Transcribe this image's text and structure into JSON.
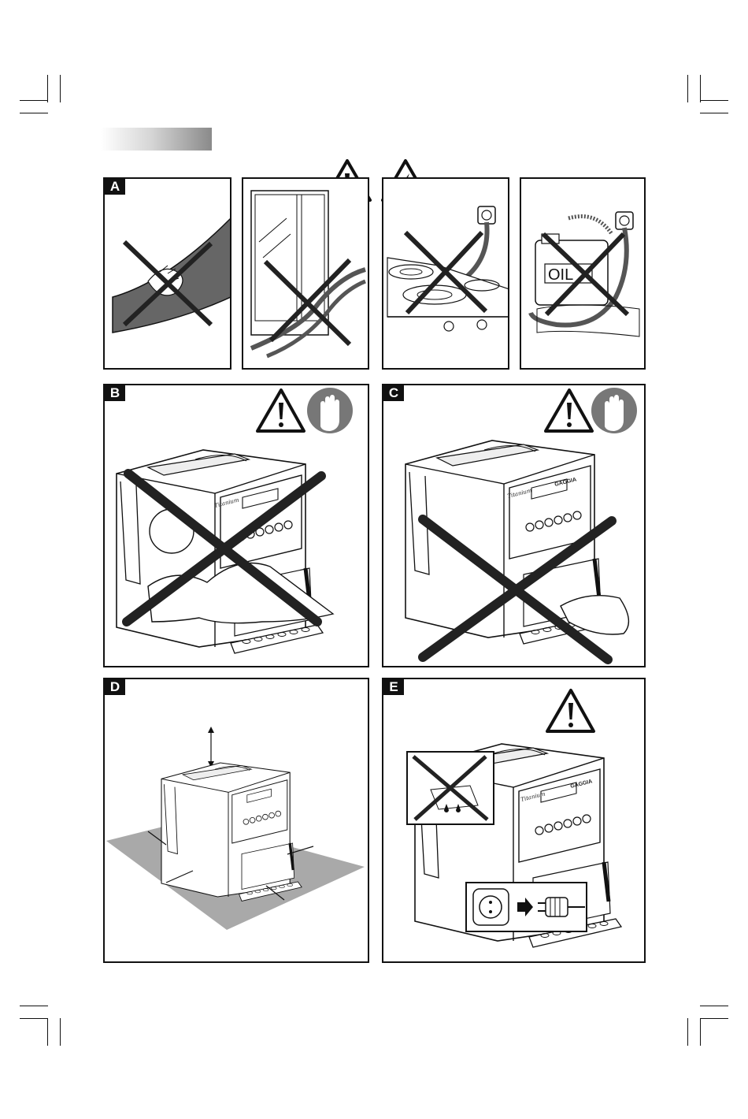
{
  "labels": {
    "a": "A",
    "b": "B",
    "c": "C",
    "d": "D",
    "e": "E"
  },
  "tags": {
    "oil": "OIL",
    "titanium": "Titanium",
    "gaggia": "GAGGIA"
  },
  "icons": {
    "warning": "warning-triangle-icon",
    "electric": "electric-hazard-icon",
    "hand": "stop-hand-icon",
    "cross": "prohibited-cross-icon",
    "plug": "power-plug-icon",
    "socket": "wall-socket-icon"
  },
  "colors": {
    "ink": "#111111",
    "cross": "#222222",
    "hand_circle": "#777777",
    "floor": "#a9a9a9",
    "cable": "#555555"
  }
}
